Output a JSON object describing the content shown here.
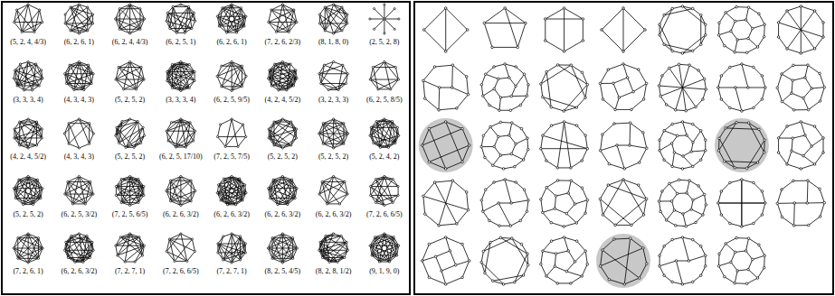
{
  "diagram": {
    "labels": [
      "(5, 2, 4, 4/3)",
      "(6, 2, 6, 1)",
      "(6, 2, 4, 4/3)",
      "(6, 2, 5, 1)",
      "(6, 2, 6, 1)",
      "(7, 2, 6, 2/3)",
      "(8, 1, 8, 0)",
      "(2, 5, 2, 8)",
      "(3, 3, 3, 4)",
      "(4, 3, 4, 3)",
      "(5, 2, 5, 2)",
      "(3, 3, 3, 4)",
      "(6, 2, 5, 9/5)",
      "(4, 2, 4, 5/2)",
      "(3, 2, 3, 3)",
      "(6, 2, 5, 8/5)",
      "(4, 2, 4, 5/2)",
      "(4, 3, 4, 3)",
      "(5, 2, 5, 2)",
      "(6, 2, 5, 17/10)",
      "(7, 2, 5, 7/5)",
      "(5, 2, 5, 2)",
      "(5, 2, 5, 2)",
      "(5, 2, 4, 2)",
      "(5, 2, 5, 2)",
      "(6, 2, 5, 3/2)",
      "(7, 2, 5, 6/5)",
      "(6, 2, 6, 3/2)",
      "(6, 2, 6, 3/2)",
      "(6, 2, 6, 3/2)",
      "(6, 2, 6, 3/2)",
      "(7, 2, 6, 6/5)",
      "(7, 2, 6, 1)",
      "(6, 2, 6, 3/2)",
      "(7, 2, 7, 1)",
      "(7, 2, 6, 6/5)",
      "(7, 2, 7, 1)",
      "(8, 2, 5, 4/5)",
      "(8, 2, 8, 1/2)",
      "(9, 1, 9, 0)"
    ]
  }
}
